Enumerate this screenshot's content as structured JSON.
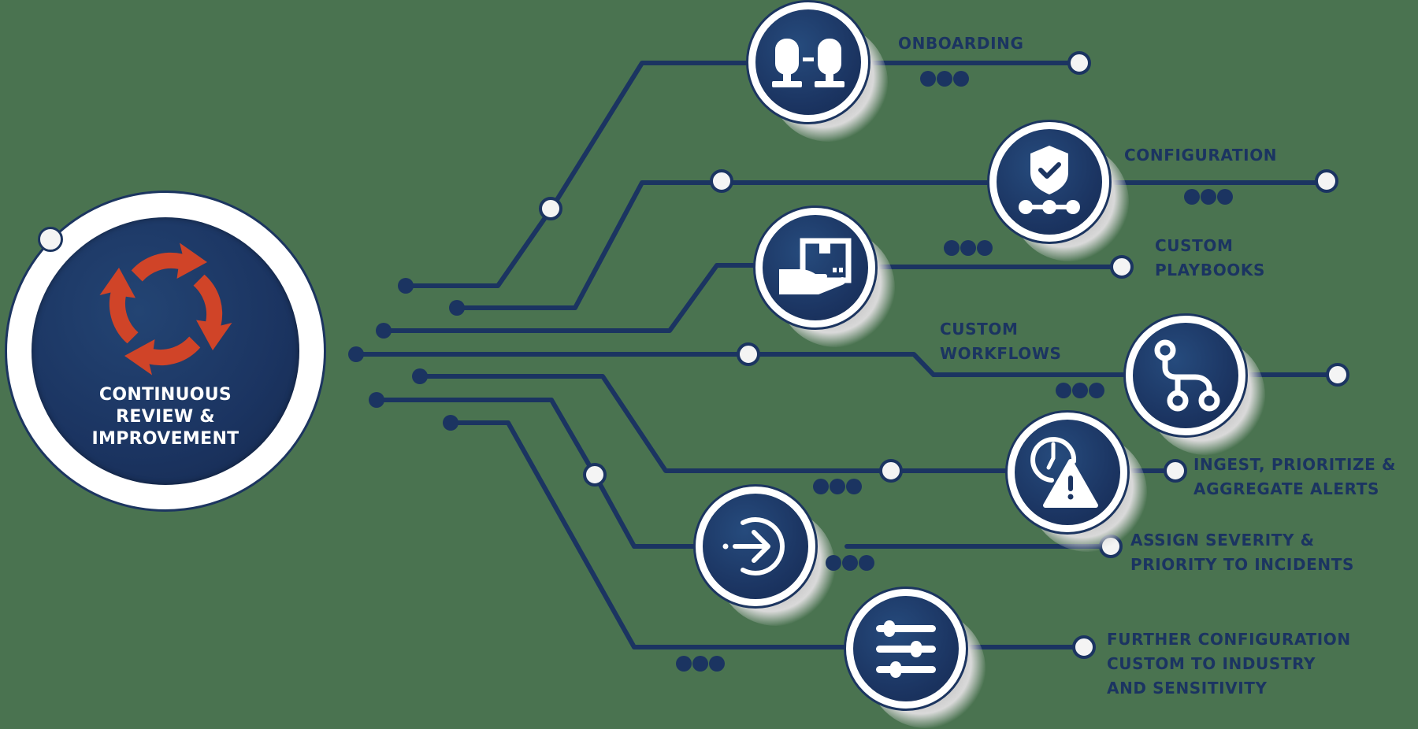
{
  "hub": {
    "title_lines": [
      "CONTINUOUS",
      "REVIEW &",
      "IMPROVEMENT"
    ],
    "icon": "cycle-arrows-icon",
    "icon_color": "#d04428"
  },
  "steps": [
    {
      "id": "onboarding",
      "icon": "handshake-people-icon",
      "label_lines": [
        "ONBOARDING"
      ]
    },
    {
      "id": "configuration",
      "icon": "shield-check-network-icon",
      "label_lines": [
        "CONFIGURATION"
      ]
    },
    {
      "id": "custom-playbooks",
      "icon": "hand-package-icon",
      "label_lines": [
        "CUSTOM",
        "PLAYBOOKS"
      ]
    },
    {
      "id": "custom-workflows",
      "icon": "workflow-branch-icon",
      "label_lines": [
        "CUSTOM",
        "WORKFLOWS"
      ]
    },
    {
      "id": "ingest-alerts",
      "icon": "clock-alert-icon",
      "label_lines": [
        "INGEST, PRIORITIZE &",
        "AGGREGATE ALERTS"
      ]
    },
    {
      "id": "assign-severity",
      "icon": "login-arrow-icon",
      "label_lines": [
        "ASSIGN SEVERITY &",
        "PRIORITY TO INCIDENTS"
      ]
    },
    {
      "id": "further-configuration",
      "icon": "sliders-icon",
      "label_lines": [
        "FURTHER CONFIGURATION",
        "CUSTOM TO INDUSTRY",
        "AND SENSITIVITY"
      ]
    }
  ],
  "colors": {
    "background": "#4a7350",
    "navy": "#1b3461",
    "white": "#ffffff",
    "accent": "#d04428"
  }
}
